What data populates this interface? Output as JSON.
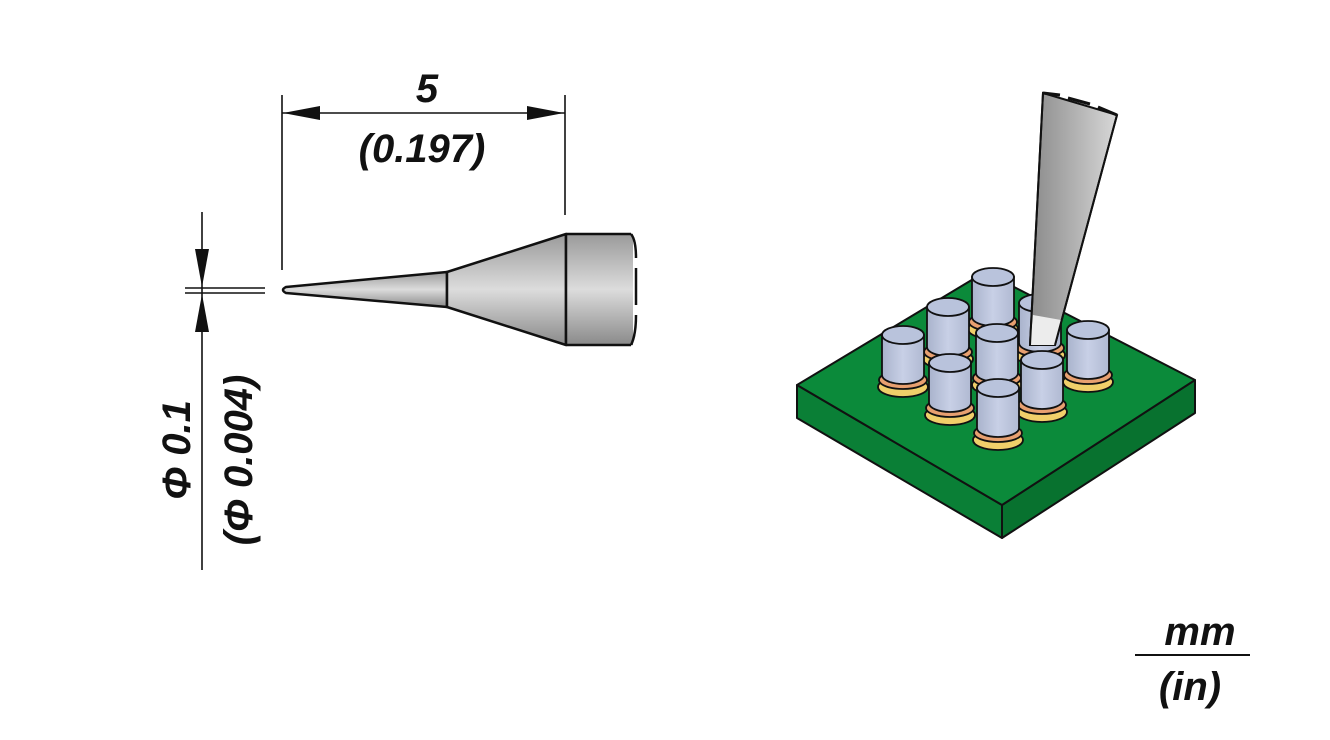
{
  "length_dimension": {
    "mm": "5",
    "in": "(0.197)"
  },
  "tip_diameter": {
    "mm": "Φ 0.1",
    "in": "(Φ 0.004)"
  },
  "units_legend": {
    "primary": "mm",
    "secondary": "(in)"
  },
  "colors": {
    "pcb": "#0b8a3a",
    "pin": "#b9c3dc",
    "pad_copper": "#e8a070",
    "pad_gold": "#f0cf6a",
    "tip_gray": "#a8a8a8"
  }
}
